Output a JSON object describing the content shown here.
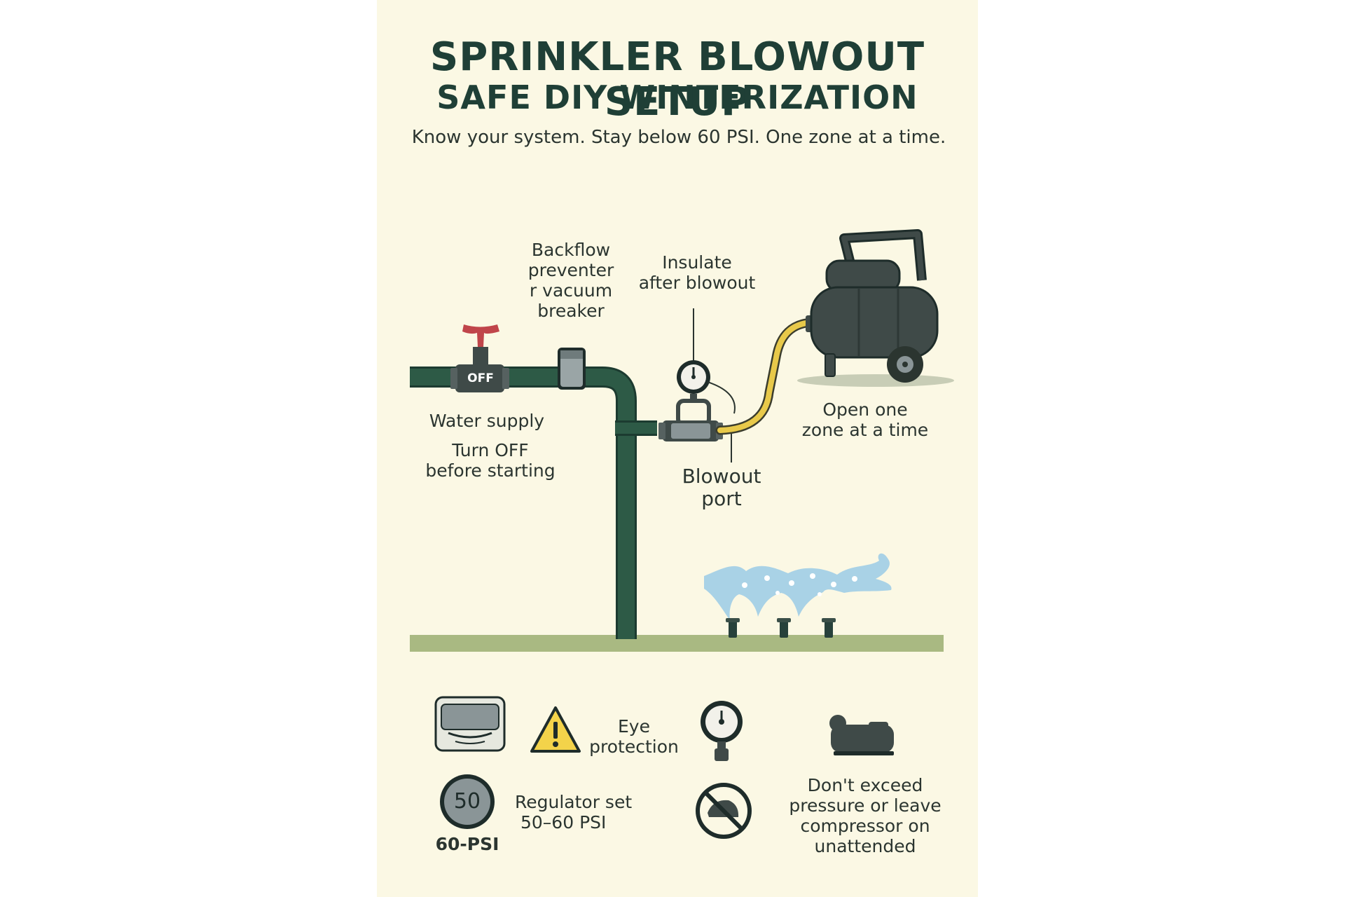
{
  "header": {
    "title": "SPRINKLER BLOWOUT SETUP",
    "subtitle": "SAFE DIY WINTERIZATION",
    "tagline": "Know your system. Stay below 60 PSI. One zone at a time."
  },
  "diagram": {
    "valve_tag": "OFF",
    "backflow_label": [
      "Backflow",
      "preventer",
      "r vacuum",
      "breaker"
    ],
    "insulate_label": [
      "Insulate",
      "after blowout"
    ],
    "water_supply_label": "Water supply",
    "turn_off_label": [
      "Turn OFF",
      "before starting"
    ],
    "blowout_port_label": [
      "Blowout",
      "port"
    ],
    "open_zone_label": [
      "Open one",
      "zone at a time"
    ]
  },
  "safety": {
    "eye_label": [
      "Eye",
      "protection"
    ],
    "regulator_value": "50",
    "regulator_caption": "60-PSI",
    "regulator_label": [
      "Regulator set",
      "50–60 PSI"
    ],
    "warning_label": [
      "Don't exceed",
      "pressure or leave",
      "compressor on",
      "unattended"
    ]
  },
  "colors": {
    "background": "#fbf8e4",
    "pipe": "#2d5a46",
    "title": "#1f3f36",
    "hose": "#e8c94a",
    "compressor": "#3f4a48",
    "valve_handle": "#c0454a",
    "ground": "#a9b982",
    "water": "#a9d2e6"
  },
  "icons": [
    "valve-icon",
    "backflow-preventer-icon",
    "pressure-gauge-icon",
    "air-compressor-icon",
    "sprinkler-head-icon",
    "safety-goggles-icon",
    "warning-triangle-icon",
    "regulator-dial-icon",
    "no-unattended-icon",
    "compressor-small-icon"
  ]
}
